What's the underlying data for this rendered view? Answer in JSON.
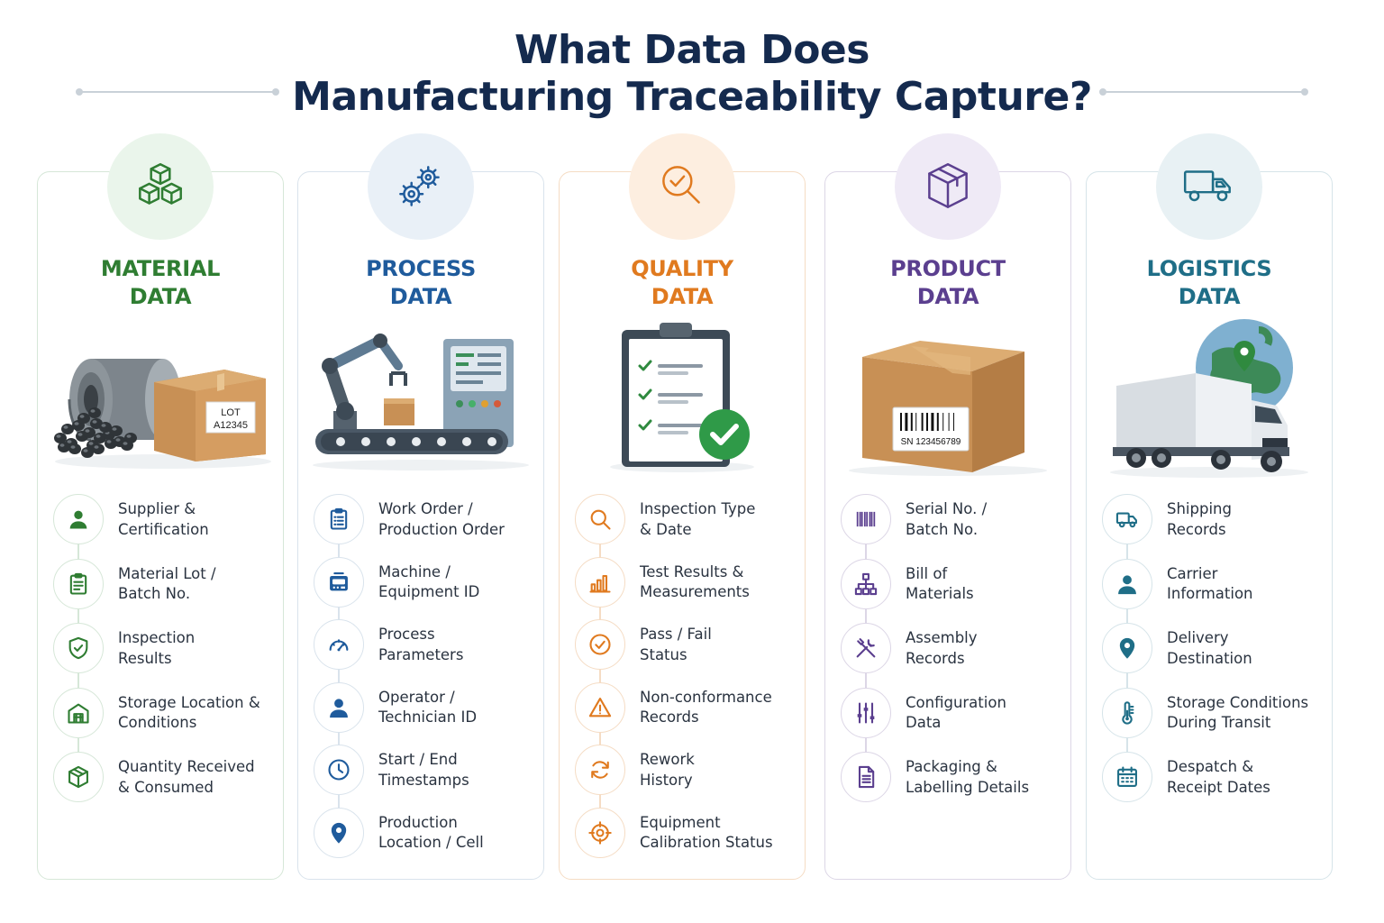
{
  "title": {
    "line1": "What Data Does",
    "line2": "Manufacturing Traceability Capture?"
  },
  "colors": {
    "title": "#142a4e",
    "material": "#2f7d32",
    "process": "#1f5b9c",
    "quality": "#e07a1f",
    "product": "#5b3f8f",
    "logistics": "#1f6e87"
  },
  "columns": [
    {
      "key": "material",
      "heading": [
        "MATERIAL",
        "DATA"
      ],
      "icon": "stacked-cubes-icon",
      "illustration": {
        "label_line1": "LOT",
        "label_line2": "A12345"
      },
      "items": [
        {
          "icon": "supplier-icon",
          "label": [
            "Supplier &",
            "Certification"
          ]
        },
        {
          "icon": "clipboard-icon",
          "label": [
            "Material Lot /",
            "Batch No."
          ]
        },
        {
          "icon": "shield-check-icon",
          "label": [
            "Inspection",
            "Results"
          ]
        },
        {
          "icon": "warehouse-icon",
          "label": [
            "Storage Location &",
            "Conditions"
          ]
        },
        {
          "icon": "box-icon",
          "label": [
            "Quantity Received",
            "& Consumed"
          ]
        }
      ]
    },
    {
      "key": "process",
      "heading": [
        "PROCESS",
        "DATA"
      ],
      "icon": "gears-icon",
      "illustration": {},
      "items": [
        {
          "icon": "work-order-icon",
          "label": [
            "Work Order /",
            "Production Order"
          ]
        },
        {
          "icon": "machine-icon",
          "label": [
            "Machine /",
            "Equipment ID"
          ]
        },
        {
          "icon": "gauge-icon",
          "label": [
            "Process",
            "Parameters"
          ]
        },
        {
          "icon": "operator-icon",
          "label": [
            "Operator /",
            "Technician ID"
          ]
        },
        {
          "icon": "clock-icon",
          "label": [
            "Start / End",
            "Timestamps"
          ]
        },
        {
          "icon": "location-pin-icon",
          "label": [
            "Production",
            "Location / Cell"
          ]
        }
      ]
    },
    {
      "key": "quality",
      "heading": [
        "QUALITY",
        "DATA"
      ],
      "icon": "magnifier-check-icon",
      "illustration": {},
      "items": [
        {
          "icon": "magnifier-icon",
          "label": [
            "Inspection Type",
            "& Date"
          ]
        },
        {
          "icon": "bar-chart-icon",
          "label": [
            "Test Results &",
            "Measurements"
          ]
        },
        {
          "icon": "check-circle-icon",
          "label": [
            "Pass / Fail",
            "Status"
          ]
        },
        {
          "icon": "warning-icon",
          "label": [
            "Non-conformance",
            "Records"
          ]
        },
        {
          "icon": "refresh-icon",
          "label": [
            "Rework",
            "History"
          ]
        },
        {
          "icon": "crosshair-icon",
          "label": [
            "Equipment",
            "Calibration Status"
          ]
        }
      ]
    },
    {
      "key": "product",
      "heading": [
        "PRODUCT",
        "DATA"
      ],
      "icon": "package-icon",
      "illustration": {
        "serial": "SN 123456789"
      },
      "items": [
        {
          "icon": "barcode-icon",
          "label": [
            "Serial No. /",
            "Batch No."
          ]
        },
        {
          "icon": "hierarchy-icon",
          "label": [
            "Bill of",
            "Materials"
          ]
        },
        {
          "icon": "tools-icon",
          "label": [
            "Assembly",
            "Records"
          ]
        },
        {
          "icon": "sliders-icon",
          "label": [
            "Configuration",
            "Data"
          ]
        },
        {
          "icon": "document-icon",
          "label": [
            "Packaging &",
            "Labelling Details"
          ]
        }
      ]
    },
    {
      "key": "logistics",
      "heading": [
        "LOGISTICS",
        "DATA"
      ],
      "icon": "truck-icon",
      "illustration": {},
      "items": [
        {
          "icon": "shipping-truck-icon",
          "label": [
            "Shipping",
            "Records"
          ]
        },
        {
          "icon": "carrier-icon",
          "label": [
            "Carrier",
            "Information"
          ]
        },
        {
          "icon": "destination-pin-icon",
          "label": [
            "Delivery",
            "Destination"
          ]
        },
        {
          "icon": "thermometer-icon",
          "label": [
            "Storage Conditions",
            "During Transit"
          ]
        },
        {
          "icon": "calendar-icon",
          "label": [
            "Despatch &",
            "Receipt Dates"
          ]
        }
      ]
    }
  ]
}
